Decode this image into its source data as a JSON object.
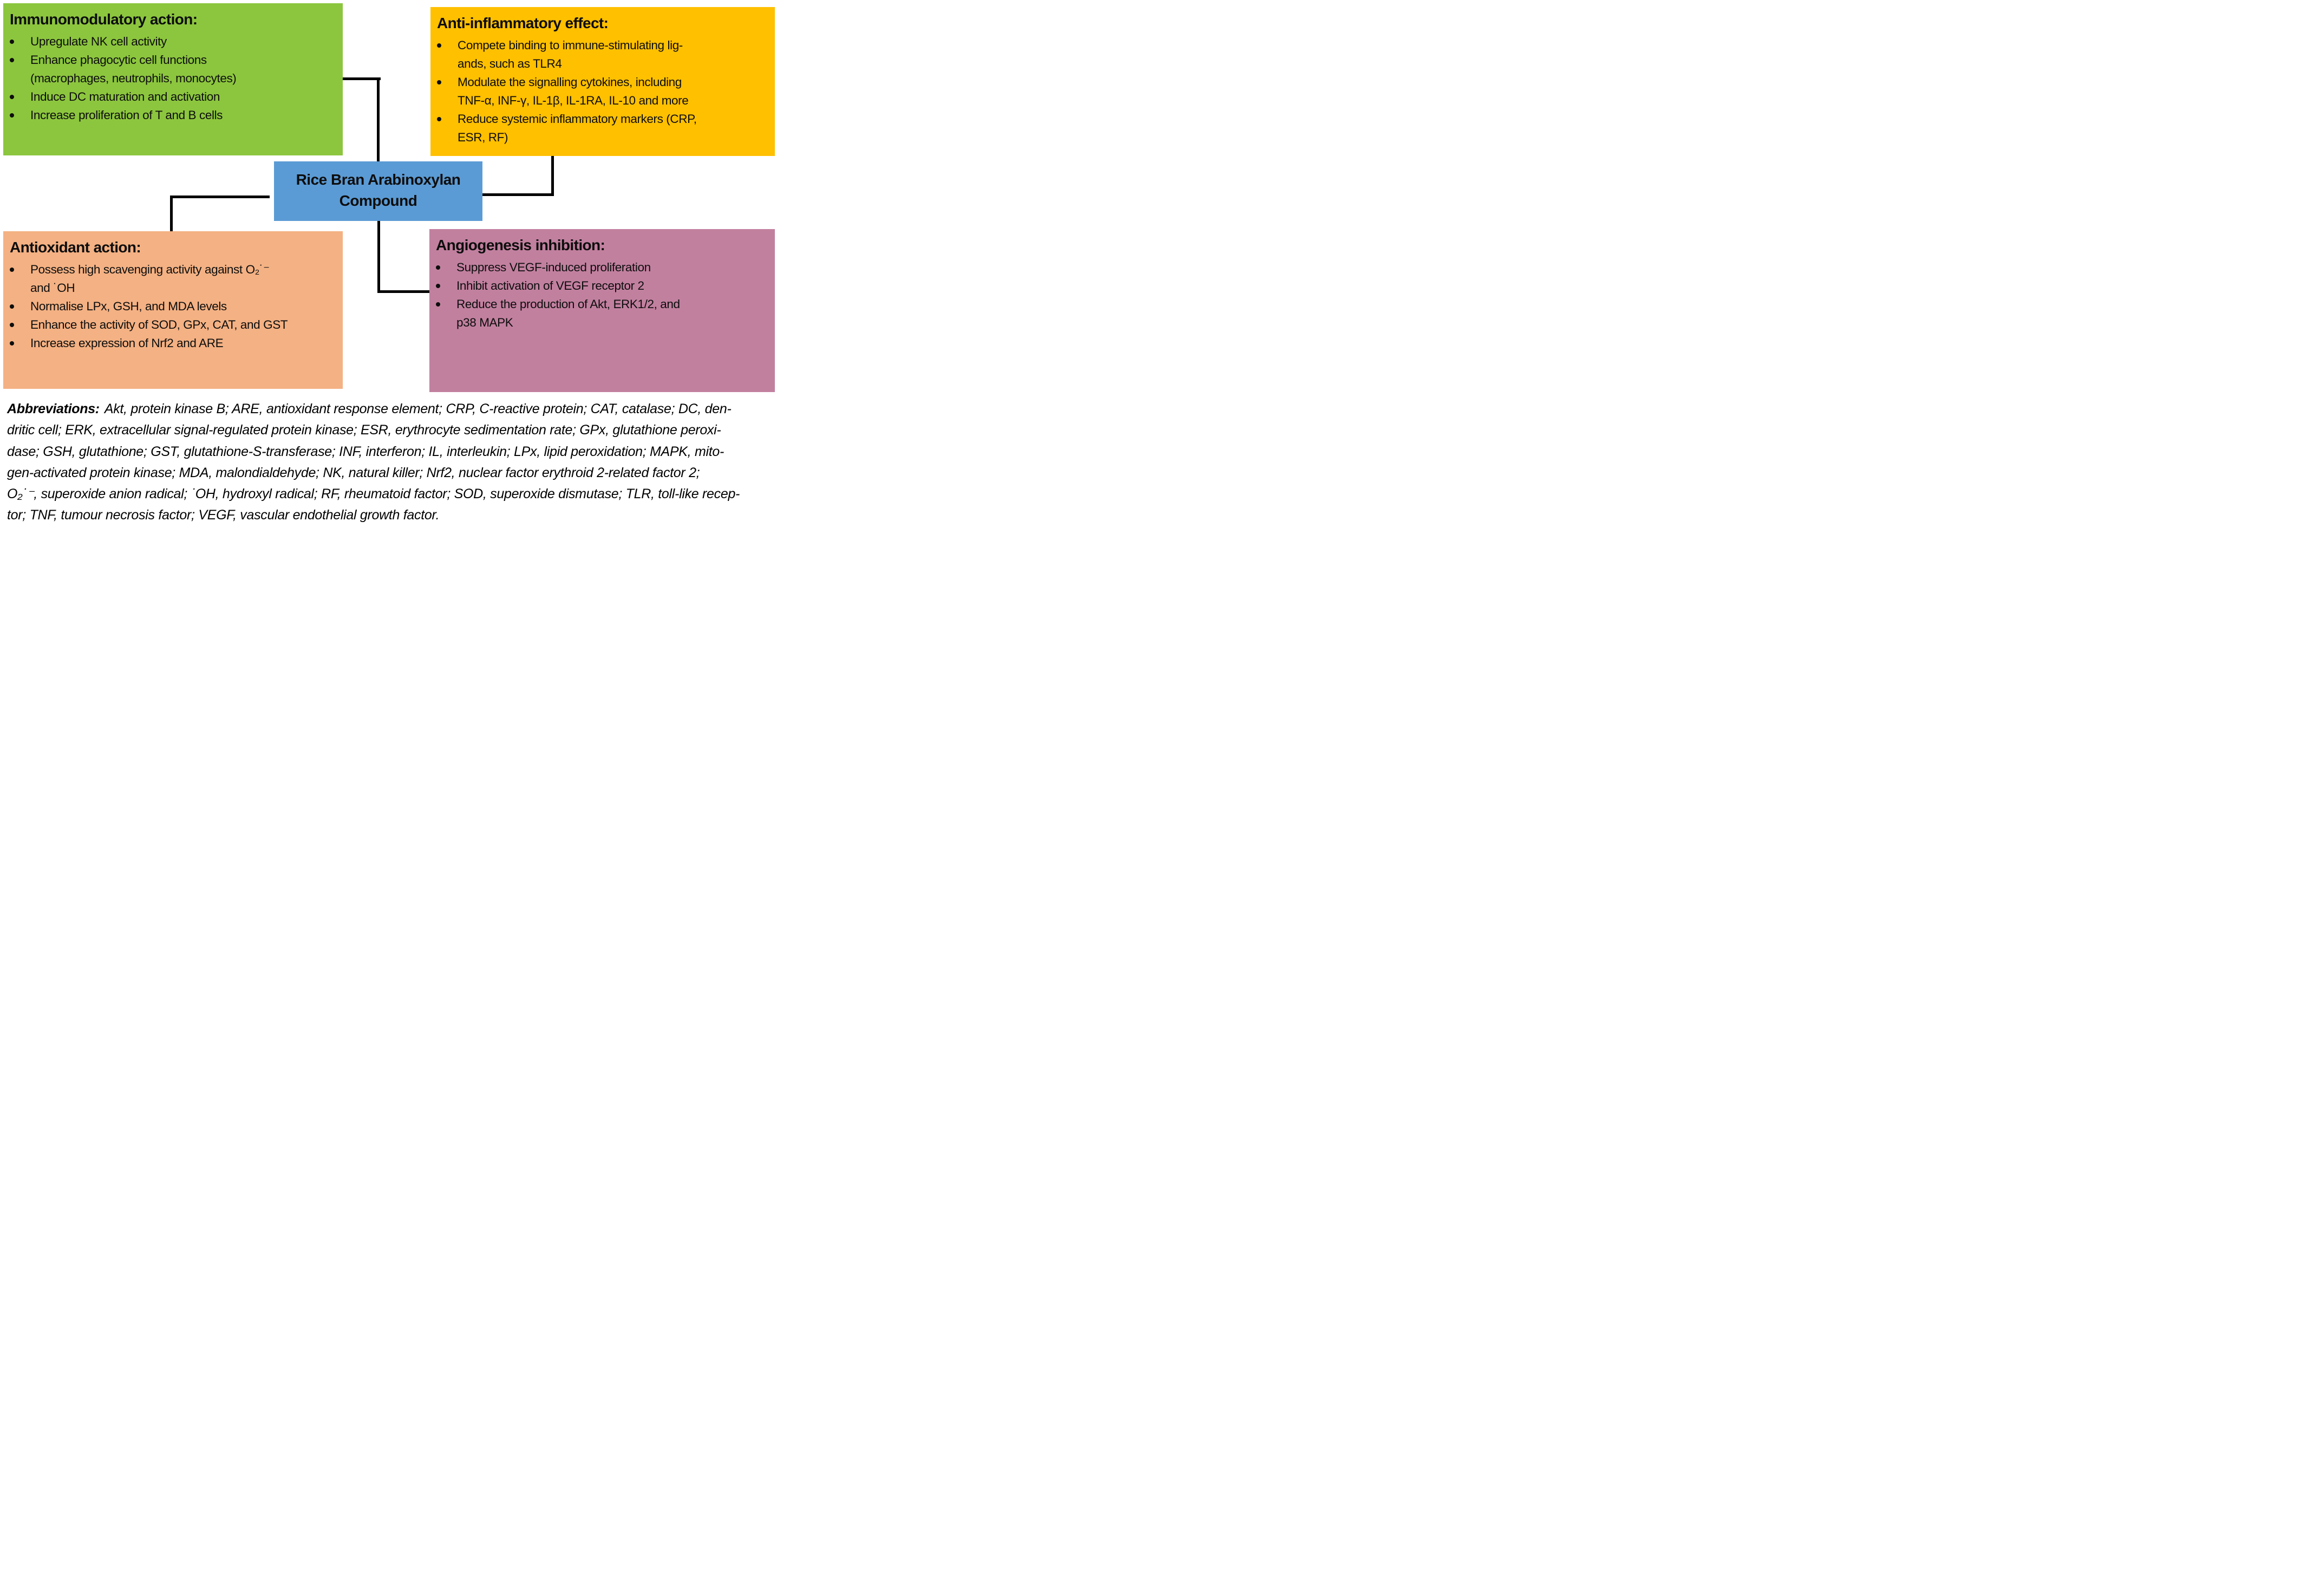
{
  "figure": {
    "center_box": {
      "label": "Rice Bran Arabinoxylan\nCompound",
      "color": "#5B9BD5"
    },
    "boxes": [
      {
        "id": "immunomodulatory",
        "title": "Immunomodulatory action:",
        "color": "#8CC63E",
        "bullets": [
          "Upregulate NK cell activity",
          "Enhance phagocytic cell functions\n(macrophages, neutrophils, monocytes)",
          "Induce DC maturation and activation",
          "Increase proliferation of T and B cells"
        ]
      },
      {
        "id": "anti_inflammatory",
        "title": "Anti-inflammatory effect:",
        "color": "#FFC000",
        "bullets": [
          "Compete binding to immune-stimulating lig-\nands, such as TLR4",
          "Modulate the signalling cytokines, including\nTNF-α, INF-γ, IL-1β, IL-1RA, IL-10 and more",
          "Reduce systemic inflammatory markers (CRP,\nESR, RF)"
        ]
      },
      {
        "id": "antioxidant",
        "title": "Antioxidant action:",
        "color": "#F4B183",
        "bullets": [
          "Possess high scavenging activity against O₂˙⁻\nand ˙OH",
          "Normalise LPx, GSH, and MDA levels",
          "Enhance the activity of SOD, GPx, CAT, and GST",
          "Increase expression of Nrf2 and ARE"
        ]
      },
      {
        "id": "angiogenesis",
        "title": "Angiogenesis inhibition:",
        "color": "#C2809F",
        "bullets": [
          "Suppress VEGF-induced proliferation",
          "Inhibit activation of VEGF receptor 2",
          "Reduce the production of Akt,  ERK1/2, and\np38 MAPK"
        ]
      }
    ],
    "connector_color": "#000000",
    "footnote": {
      "label": "Abbreviations:",
      "text": "Akt, protein kinase B; ARE, antioxidant response element; CRP, C-reactive protein; CAT, catalase; DC, den-\ndritic cell; ERK, extracellular signal-regulated protein kinase; ESR, erythrocyte sedimentation rate; GPx, glutathione peroxi-\ndase; GSH, glutathione; GST, glutathione-S-transferase; INF, interferon; IL, interleukin; LPx, lipid peroxidation; MAPK, mito-\ngen-activated protein kinase; MDA, malondialdehyde; NK, natural killer; Nrf2, nuclear factor erythroid 2-related factor 2;\nO₂˙⁻, superoxide anion radical; ˙OH, hydroxyl radical; RF, rheumatoid factor; SOD, superoxide dismutase; TLR, toll-like recep-\ntor; TNF, tumour necrosis factor; VEGF, vascular endothelial growth factor."
    }
  }
}
